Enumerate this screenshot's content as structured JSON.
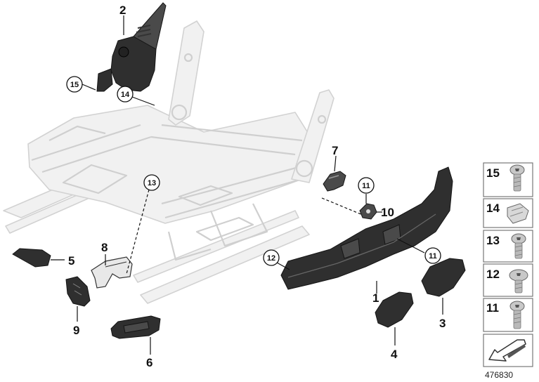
{
  "diagram": {
    "callouts": [
      {
        "id": "2",
        "label": "2"
      },
      {
        "id": "15",
        "label": "15"
      },
      {
        "id": "14",
        "label": "14"
      },
      {
        "id": "13",
        "label": "13"
      },
      {
        "id": "7",
        "label": "7"
      },
      {
        "id": "11a",
        "label": "11"
      },
      {
        "id": "10",
        "label": "10"
      },
      {
        "id": "11b",
        "label": "11"
      },
      {
        "id": "12",
        "label": "12"
      },
      {
        "id": "1",
        "label": "1"
      },
      {
        "id": "3",
        "label": "3"
      },
      {
        "id": "4",
        "label": "4"
      },
      {
        "id": "5",
        "label": "5"
      },
      {
        "id": "8",
        "label": "8"
      },
      {
        "id": "9",
        "label": "9"
      },
      {
        "id": "6",
        "label": "6"
      }
    ],
    "legend": [
      {
        "label": "15",
        "icon": "torx-screw-pan-head-icon"
      },
      {
        "label": "14",
        "icon": "clip-nut-icon"
      },
      {
        "label": "13",
        "icon": "torx-screw-flange-icon"
      },
      {
        "label": "12",
        "icon": "torx-screw-wide-flange-icon"
      },
      {
        "label": "11",
        "icon": "torx-screw-long-icon"
      }
    ],
    "legend_arrow_icon": "direction-arrow-icon",
    "diagram_number": "476830"
  }
}
